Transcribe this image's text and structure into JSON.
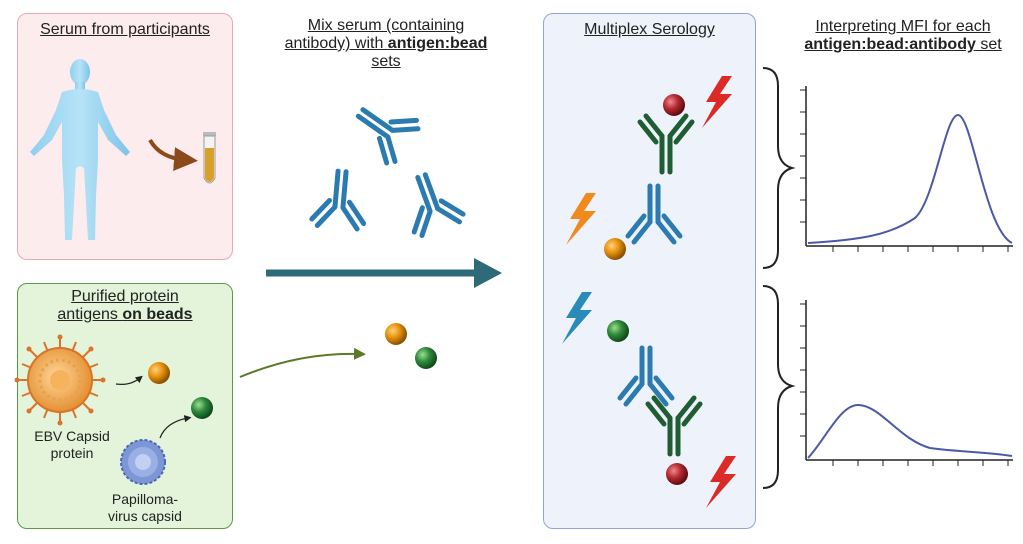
{
  "serum_panel": {
    "title": "Serum from participants"
  },
  "mix_step": {
    "line1": "Mix serum (containing",
    "line2_normal": "antibody) with ",
    "line2_bold": "antigen:bead",
    "line3": "sets"
  },
  "antigen_panel": {
    "line1": "Purified protein",
    "line2_normal": "antigens ",
    "line2_bold": "on beads",
    "ebv_line1": "EBV Capsid",
    "ebv_line2": "protein",
    "hpv_line1": "Papilloma-",
    "hpv_line2": "virus capsid"
  },
  "multiplex_panel": {
    "title": "Multiplex Serology"
  },
  "mfi_step": {
    "line1": "Interpreting MFI for each",
    "line2_bold": "antigen:bead:antibody",
    "line2_normal": " set"
  },
  "colors": {
    "antibody_blue": "#2b7bb0",
    "antibody_green": "#1f5d33",
    "bead_orange": "#e8920d",
    "bead_green": "#2f8a3c",
    "bead_red": "#b52a32",
    "curve": "#4a5aa6",
    "arrow_main": "#2e6a78"
  }
}
